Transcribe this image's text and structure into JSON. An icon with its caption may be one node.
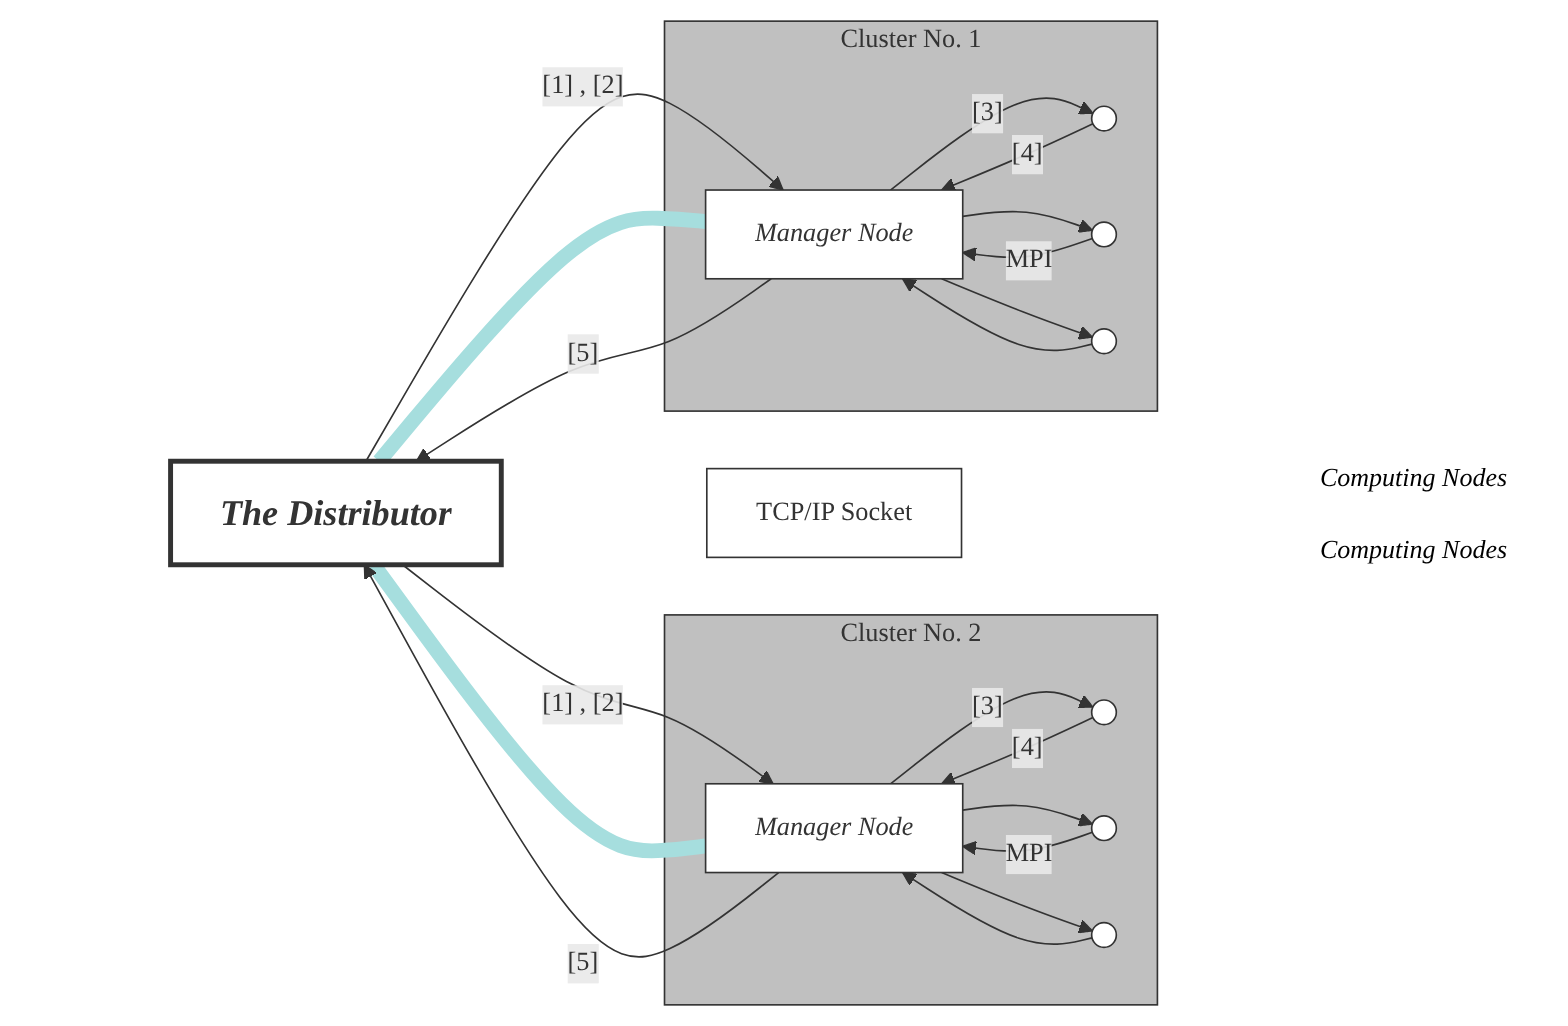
{
  "diagram": {
    "nodes": [
      {
        "text": [
          "The Distributor"
        ]
      },
      {
        "text": [],
        "shape": "box",
        "beside": [
          "Cluster No. 1"
        ]
      },
      {
        "text": [
          "Manager Node"
        ],
        "in": 1
      },
      {
        "text": [],
        "shape": "circle",
        "in": 1
      },
      {
        "text": [],
        "shape": "circle",
        "in": 1
      },
      {
        "text": [],
        "shape": "circle",
        "in": 1
      },
      {
        "text": [
          "TCP/IP Socket"
        ]
      },
      {
        "text": [],
        "shape": "box",
        "beside": [
          "Cluster No. 2"
        ]
      },
      {
        "text": [
          "Manager Node"
        ],
        "in": 7
      },
      {
        "text": [],
        "shape": "circle",
        "in": 7
      },
      {
        "text": [],
        "shape": "circle",
        "in": 7
      },
      {
        "text": [],
        "shape": "circle",
        "in": 7
      }
    ],
    "edges": [
      {
        "from": 0,
        "to": 2,
        "label": "[1] , [2]",
        "arrow": "to"
      },
      {
        "from": 0,
        "to": 2,
        "arrow": "none",
        "style": "thick",
        "color": "#a6dede"
      },
      {
        "from": 2,
        "to": 0,
        "label": "[5]",
        "arrow": "to"
      },
      {
        "from": 2,
        "to": 3,
        "label": "[3]",
        "arrow": "to"
      },
      {
        "from": 3,
        "to": 2,
        "label": "[4]",
        "arrow": "to"
      },
      {
        "from": 2,
        "to": 4,
        "arrow": "to"
      },
      {
        "from": 4,
        "to": 2,
        "label": "MPI",
        "arrow": "to"
      },
      {
        "from": 2,
        "to": 5,
        "arrow": "to"
      },
      {
        "from": 5,
        "to": 2,
        "arrow": "to"
      },
      {
        "from": 0,
        "to": 8,
        "label": "[1] , [2]",
        "arrow": "to"
      },
      {
        "from": 0,
        "to": 8,
        "arrow": "none",
        "style": "thick",
        "color": "#a6dede"
      },
      {
        "from": 8,
        "to": 0,
        "label": "[5]",
        "arrow": "to"
      },
      {
        "from": 8,
        "to": 9,
        "label": "[3]",
        "arrow": "to"
      },
      {
        "from": 9,
        "to": 8,
        "label": "[4]",
        "arrow": "to"
      },
      {
        "from": 8,
        "to": 10,
        "arrow": "to"
      },
      {
        "from": 10,
        "to": 8,
        "label": "MPI",
        "arrow": "to"
      },
      {
        "from": 8,
        "to": 11,
        "arrow": "to"
      },
      {
        "from": 11,
        "to": 8,
        "arrow": "to"
      }
    ],
    "labels": [
      "Computing Nodes",
      "Computing Nodes"
    ]
  }
}
